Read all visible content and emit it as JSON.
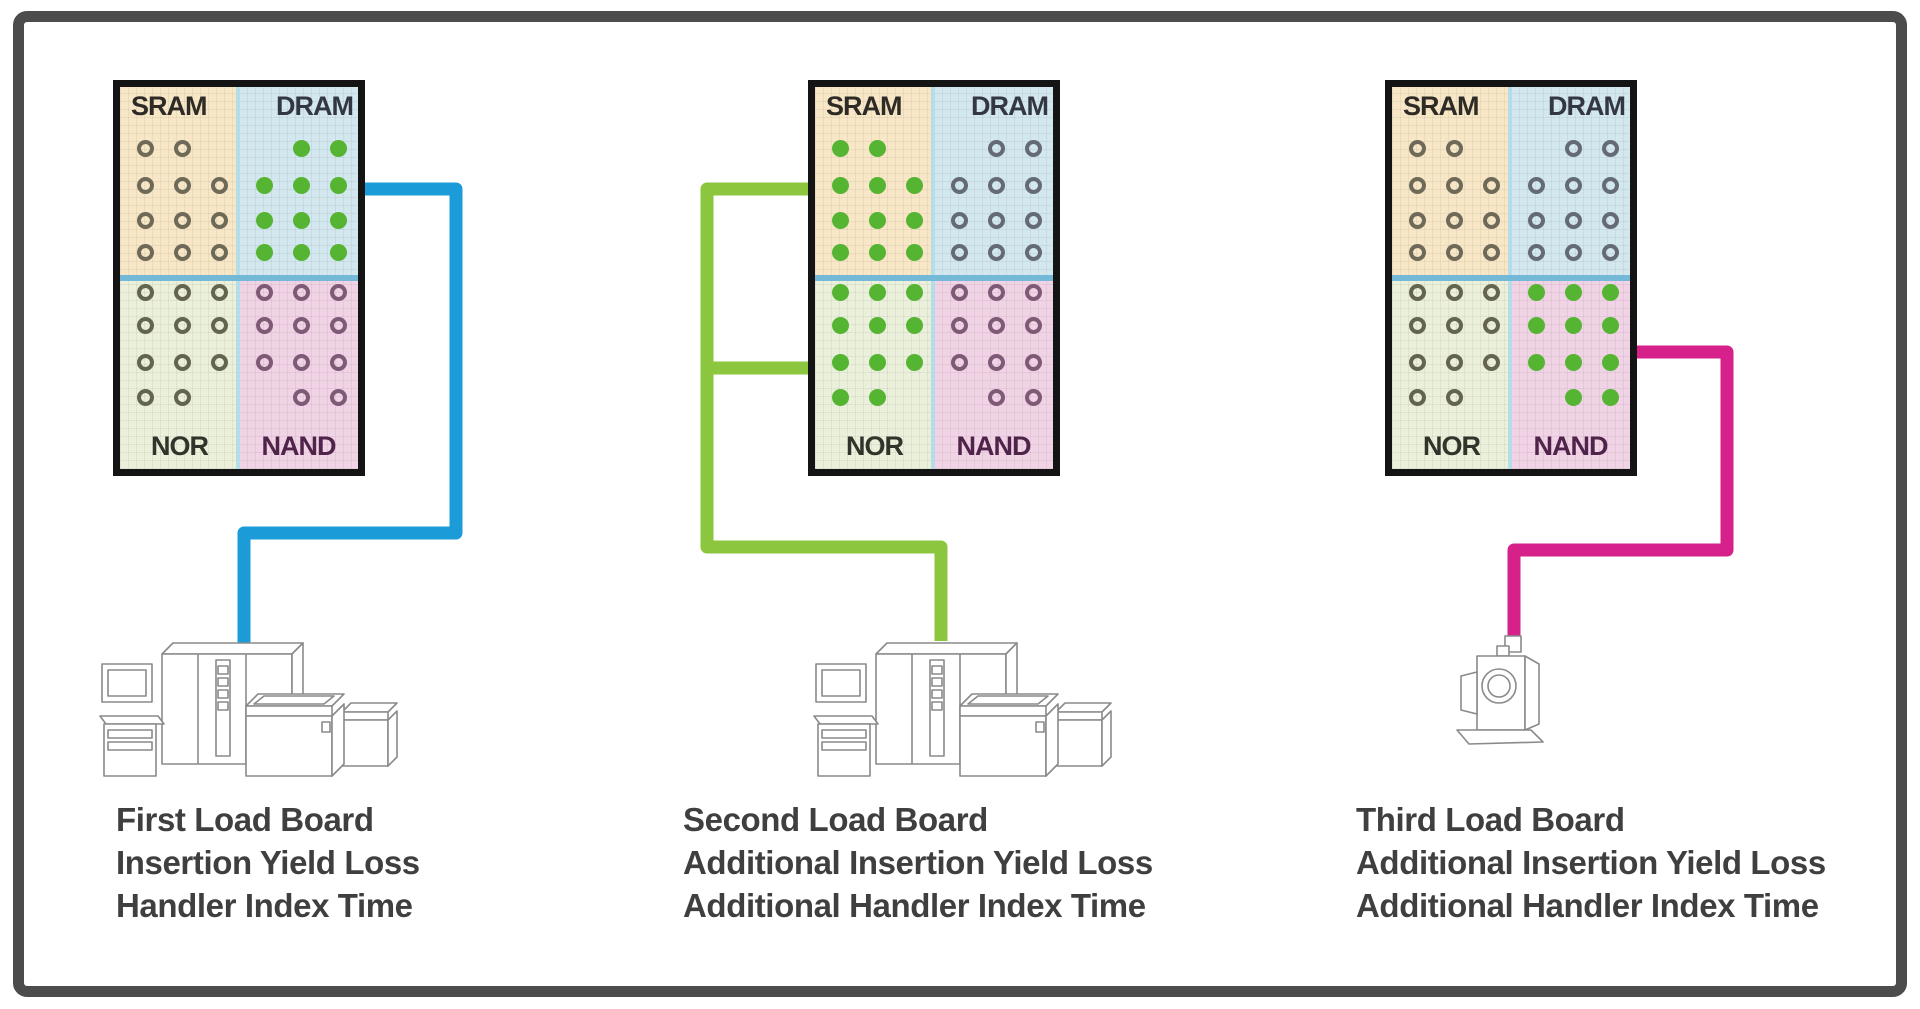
{
  "frame": {
    "border_color": "#4c4c4c",
    "background": "#ffffff"
  },
  "panels": [
    {
      "name": "first",
      "connector_color": "#1b9cd8",
      "equipment_icon": "test-system-with-handlers",
      "caption": [
        "First Load Board",
        "Insertion Yield Loss",
        "Handler Index Time"
      ],
      "map": {
        "quadrants": [
          {
            "label": "SRAM",
            "corner": "tl",
            "bg": "#f7e7c7",
            "label_color": "#2e2b26",
            "dot_style": "hollow",
            "dot_color": "#6f6a58",
            "rows": [
              [
                0,
                1
              ],
              [
                0,
                1,
                2
              ],
              [
                0,
                1,
                2
              ],
              [
                0,
                1,
                2
              ]
            ]
          },
          {
            "label": "DRAM",
            "corner": "tr",
            "bg": "#d2e7ee",
            "label_color": "#333741",
            "dot_style": "filled",
            "dot_color": "#55b432",
            "rows": [
              [
                1,
                2
              ],
              [
                0,
                1,
                2
              ],
              [
                0,
                1,
                2
              ],
              [
                0,
                1,
                2
              ]
            ]
          },
          {
            "label": "NOR",
            "corner": "bl",
            "bg": "#eaf0da",
            "label_color": "#30342a",
            "dot_style": "hollow",
            "dot_color": "#63654f",
            "rows": [
              [
                0,
                1,
                2
              ],
              [
                0,
                1,
                2
              ],
              [
                0,
                1,
                2
              ],
              [
                0,
                1
              ]
            ]
          },
          {
            "label": "NAND",
            "corner": "br",
            "bg": "#f0d3e4",
            "label_color": "#50244a",
            "dot_style": "hollow",
            "dot_color": "#7f5a76",
            "rows": [
              [
                0,
                1,
                2
              ],
              [
                0,
                1,
                2
              ],
              [
                0,
                1,
                2
              ],
              [
                1,
                2
              ]
            ]
          }
        ]
      }
    },
    {
      "name": "second",
      "connector_color": "#8cc63f",
      "equipment_icon": "test-system-with-handlers",
      "caption": [
        "Second Load Board",
        "Additional Insertion Yield Loss",
        "Additional Handler Index Time"
      ],
      "map": {
        "quadrants": [
          {
            "label": "SRAM",
            "corner": "tl",
            "bg": "#f7e7c7",
            "label_color": "#2e2b26",
            "dot_style": "filled",
            "dot_color": "#55b432",
            "rows": [
              [
                0,
                1
              ],
              [
                0,
                1,
                2
              ],
              [
                0,
                1,
                2
              ],
              [
                0,
                1,
                2
              ]
            ]
          },
          {
            "label": "DRAM",
            "corner": "tr",
            "bg": "#d2e7ee",
            "label_color": "#333741",
            "dot_style": "hollow",
            "dot_color": "#646a76",
            "rows": [
              [
                1,
                2
              ],
              [
                0,
                1,
                2
              ],
              [
                0,
                1,
                2
              ],
              [
                0,
                1,
                2
              ]
            ]
          },
          {
            "label": "NOR",
            "corner": "bl",
            "bg": "#eaf0da",
            "label_color": "#30342a",
            "dot_style": "filled",
            "dot_color": "#55b432",
            "rows": [
              [
                0,
                1,
                2
              ],
              [
                0,
                1,
                2
              ],
              [
                0,
                1,
                2
              ],
              [
                0,
                1
              ]
            ]
          },
          {
            "label": "NAND",
            "corner": "br",
            "bg": "#f0d3e4",
            "label_color": "#50244a",
            "dot_style": "hollow",
            "dot_color": "#7f5a76",
            "rows": [
              [
                0,
                1,
                2
              ],
              [
                0,
                1,
                2
              ],
              [
                0,
                1,
                2
              ],
              [
                1,
                2
              ]
            ]
          }
        ]
      }
    },
    {
      "name": "third",
      "connector_color": "#d6218b",
      "equipment_icon": "compact-tester",
      "caption": [
        "Third Load Board",
        "Additional Insertion Yield Loss",
        "Additional Handler Index Time"
      ],
      "map": {
        "quadrants": [
          {
            "label": "SRAM",
            "corner": "tl",
            "bg": "#f7e7c7",
            "label_color": "#2e2b26",
            "dot_style": "hollow",
            "dot_color": "#6f6a58",
            "rows": [
              [
                0,
                1
              ],
              [
                0,
                1,
                2
              ],
              [
                0,
                1,
                2
              ],
              [
                0,
                1,
                2
              ]
            ]
          },
          {
            "label": "DRAM",
            "corner": "tr",
            "bg": "#d2e7ee",
            "label_color": "#333741",
            "dot_style": "hollow",
            "dot_color": "#646a76",
            "rows": [
              [
                1,
                2
              ],
              [
                0,
                1,
                2
              ],
              [
                0,
                1,
                2
              ],
              [
                0,
                1,
                2
              ]
            ]
          },
          {
            "label": "NOR",
            "corner": "bl",
            "bg": "#eaf0da",
            "label_color": "#30342a",
            "dot_style": "hollow",
            "dot_color": "#63654f",
            "rows": [
              [
                0,
                1,
                2
              ],
              [
                0,
                1,
                2
              ],
              [
                0,
                1,
                2
              ],
              [
                0,
                1
              ]
            ]
          },
          {
            "label": "NAND",
            "corner": "br",
            "bg": "#f0d3e4",
            "label_color": "#50244a",
            "dot_style": "filled",
            "dot_color": "#55b432",
            "rows": [
              [
                0,
                1,
                2
              ],
              [
                0,
                1,
                2
              ],
              [
                0,
                1,
                2
              ],
              [
                1,
                2
              ]
            ]
          }
        ]
      }
    }
  ]
}
